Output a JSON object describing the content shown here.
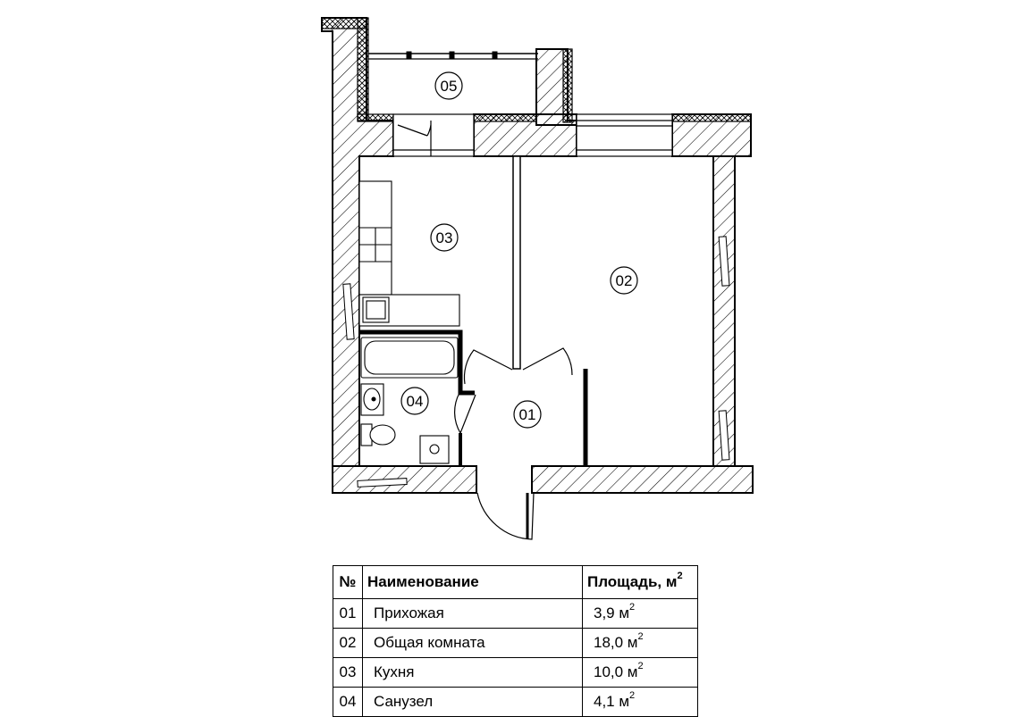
{
  "rooms": [
    {
      "num": "01",
      "name": "Прихожая",
      "area": "3,9 м",
      "unit_sup": "2"
    },
    {
      "num": "02",
      "name": "Общая комната",
      "area": "18,0 м",
      "unit_sup": "2"
    },
    {
      "num": "03",
      "name": "Кухня",
      "area": "10,0 м",
      "unit_sup": "2"
    },
    {
      "num": "04",
      "name": "Санузел",
      "area": "4,1 м",
      "unit_sup": "2"
    },
    {
      "num": "05"
    }
  ],
  "table": {
    "col_num": "№",
    "col_name": "Наименование",
    "col_area": "Площадь, м",
    "col_area_sup": "2"
  },
  "colors": {
    "line": "#000000",
    "background": "#ffffff",
    "hatch": "#000000"
  }
}
